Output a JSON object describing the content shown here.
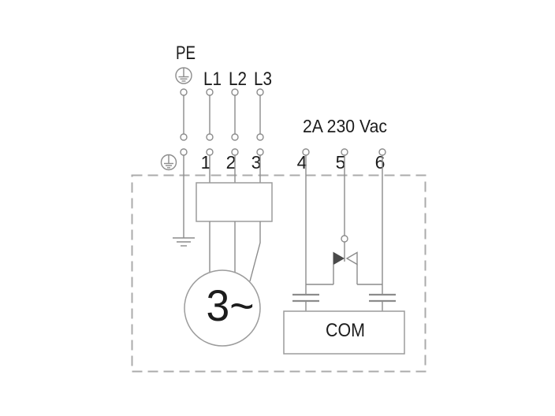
{
  "diagram": {
    "type": "pump-motor-wiring-diagram",
    "labels": {
      "pe": "PE",
      "l1": "L1",
      "l2": "L2",
      "l3": "L3",
      "relay_rating": "2A 230 Vac",
      "motor": "3~",
      "com": "COM"
    },
    "terminals": [
      "1",
      "2",
      "3",
      "4",
      "5",
      "6"
    ],
    "symbols": [
      "protective-earth-icon",
      "ground-icon",
      "connector-pin-icon",
      "terminal-block",
      "three-phase-motor",
      "relay-changeover-contact-icon",
      "capacitor-icon",
      "dashed-enclosure"
    ],
    "colors": {
      "background": "#ffffff",
      "wire": "#8c8c8c",
      "box_outline": "#9c9c9c",
      "dashed_border": "#ababab",
      "text": "#1c1c1c",
      "contact_fill": "#4a4a4a"
    }
  }
}
